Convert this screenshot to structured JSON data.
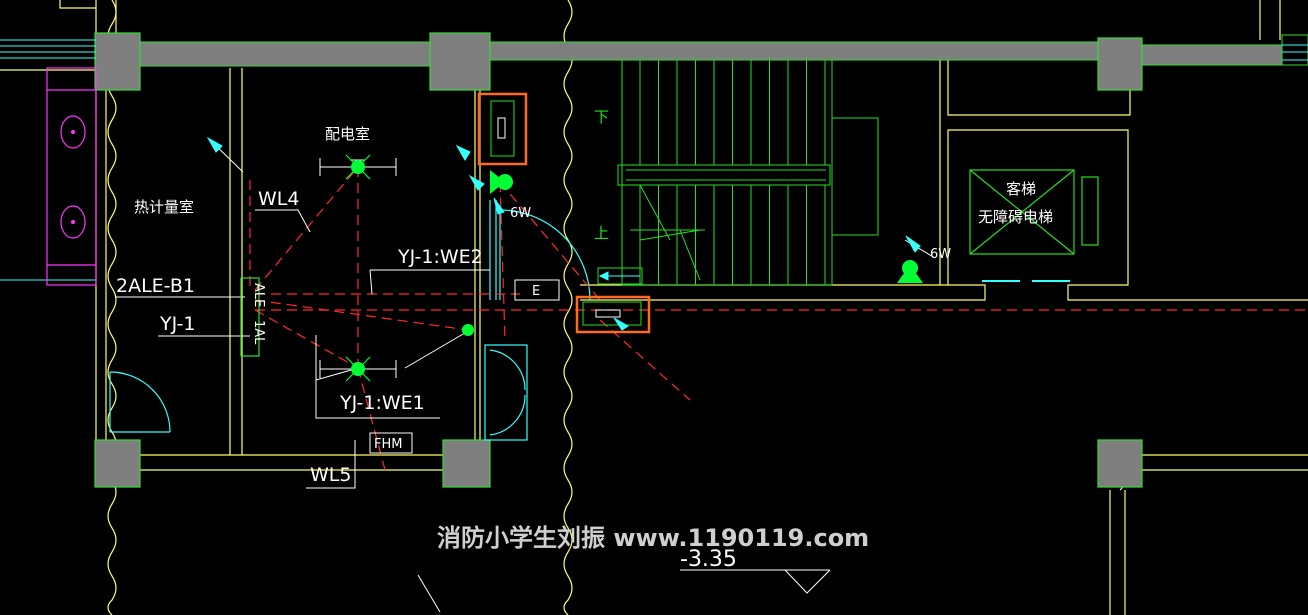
{
  "labels": {
    "heat_meter_room": "热计量室",
    "distribution_room": "配电室",
    "wl4": "WL4",
    "wl5": "WL5",
    "yj1_we2": "YJ-1:WE2",
    "yj1_we1": "YJ-1:WE1",
    "alebox": "2ALE-B1",
    "yj1": "YJ-1",
    "panel_ale": "ALE",
    "panel_sub": "1AL",
    "fhm": "FHM",
    "exit_e": "E",
    "down": "下",
    "up": "上",
    "lamp_6w_a": "6W",
    "lamp_6w_b": "6W",
    "elevator_line1": "客梯",
    "elevator_line2": "无障碍电梯",
    "elevation": "-3.35",
    "watermark": "消防小学生刘振  www.1190119.com"
  },
  "colors": {
    "wall_fill": "#7f7f7f",
    "wall_line": "#33dd33",
    "wire_red": "#ff2a2a",
    "white_line": "#ffffff",
    "cyan": "#33ffff",
    "magenta": "#ff33ff",
    "yellow": "#ffff66",
    "highlight": "#ff6a1f",
    "stair_green": "#22e022",
    "fixture_green": "#00ff33"
  }
}
